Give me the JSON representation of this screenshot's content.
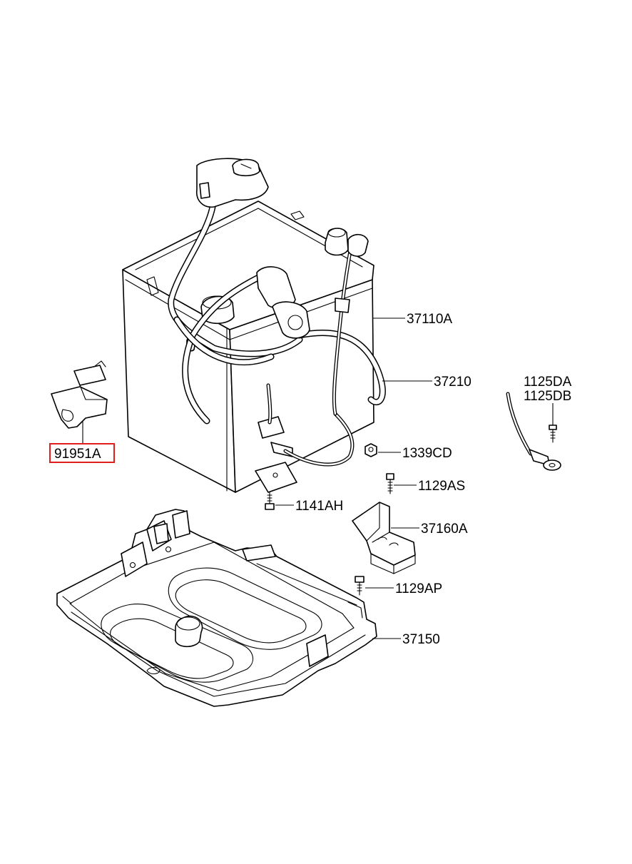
{
  "parts": {
    "battery": "37110A",
    "battery_cable": "37210",
    "ground_bolt_a": "1125DA",
    "ground_bolt_b": "1125DB",
    "nut": "1339CD",
    "bolt_bracket": "1129AS",
    "screw": "1141AH",
    "bracket": "37160A",
    "bolt_tray": "1129AP",
    "tray": "37150",
    "clip_highlighted": "91951A"
  },
  "colors": {
    "highlight": "#e01e1e",
    "line": "#000000",
    "background": "#ffffff"
  }
}
